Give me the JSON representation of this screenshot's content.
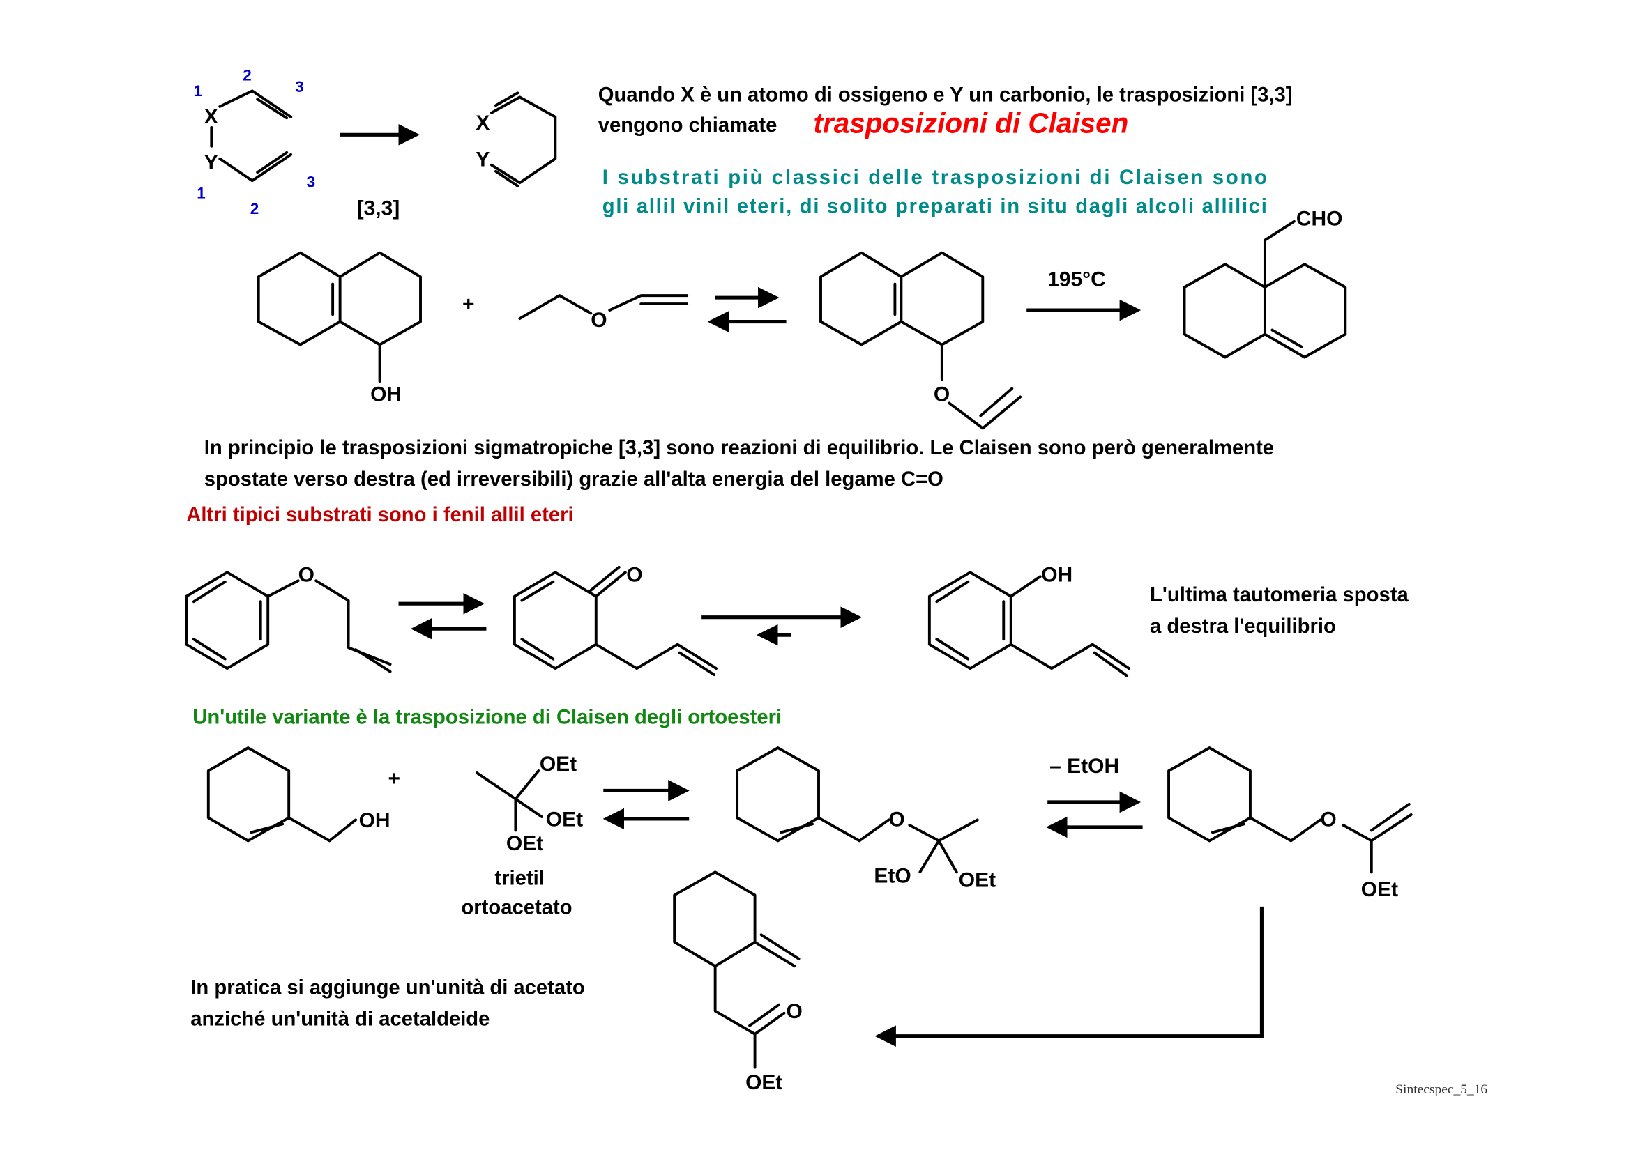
{
  "scheme_1": {
    "labels": {
      "x": "X",
      "y": "Y",
      "n1": "1",
      "n2": "2",
      "n3": "3",
      "n1b": "1",
      "n2b": "2",
      "n3b": "3",
      "px": "X",
      "py": "Y",
      "shift": "[3,3]"
    }
  },
  "intro": {
    "line1": "Quando X è un atomo di ossigeno e Y un carbonio, le trasposizioni [3,3]",
    "line2_prefix": "vengono chiamate",
    "line2_highlight": "trasposizioni di Claisen"
  },
  "substrates": {
    "line1": "I substrati più classici delle trasposizioni di Claisen sono",
    "line2": "gli allil vinil eteri, di solito preparati in situ dagli alcoli allilici"
  },
  "scheme_2": {
    "oh": "OH",
    "plus": "+",
    "o1": "O",
    "o2": "O",
    "temp": "195°C",
    "cho": "CHO"
  },
  "equilibrium": {
    "line1": "In principio le trasposizioni sigmatropiche  [3,3] sono reazioni di equilibrio. Le Claisen sono però generalmente",
    "line2": "spostate verso destra (ed irreversibili) grazie all'alta energia del legame C=O"
  },
  "phenyl": {
    "heading": "Altri tipici substrati sono i fenil allil eteri",
    "o1": "O",
    "o2": "O",
    "oh": "OH",
    "note1": "L'ultima tautomeria sposta",
    "note2": "a destra l'equilibrio"
  },
  "orthoester": {
    "heading": "Un'utile variante è la trasposizione di Claisen degli ortoesteri",
    "oh": "OH",
    "plus": "+",
    "oet1": "OEt",
    "oet2": "OEt",
    "oet3": "OEt",
    "reagent1": "trietil",
    "reagent2": "ortoacetato",
    "o_mid": "O",
    "eto": "EtO",
    "oet_mid": "OEt",
    "minus_etoh": "– EtOH",
    "o_right": "O",
    "oet_right": "OEt",
    "o_prod": "O",
    "oet_prod": "OEt",
    "note1": "In pratica si aggiunge un'unità di acetato",
    "note2": "anziché un'unità di acetaldeide"
  },
  "footer": {
    "ref": "Sintecspec_5_16"
  }
}
